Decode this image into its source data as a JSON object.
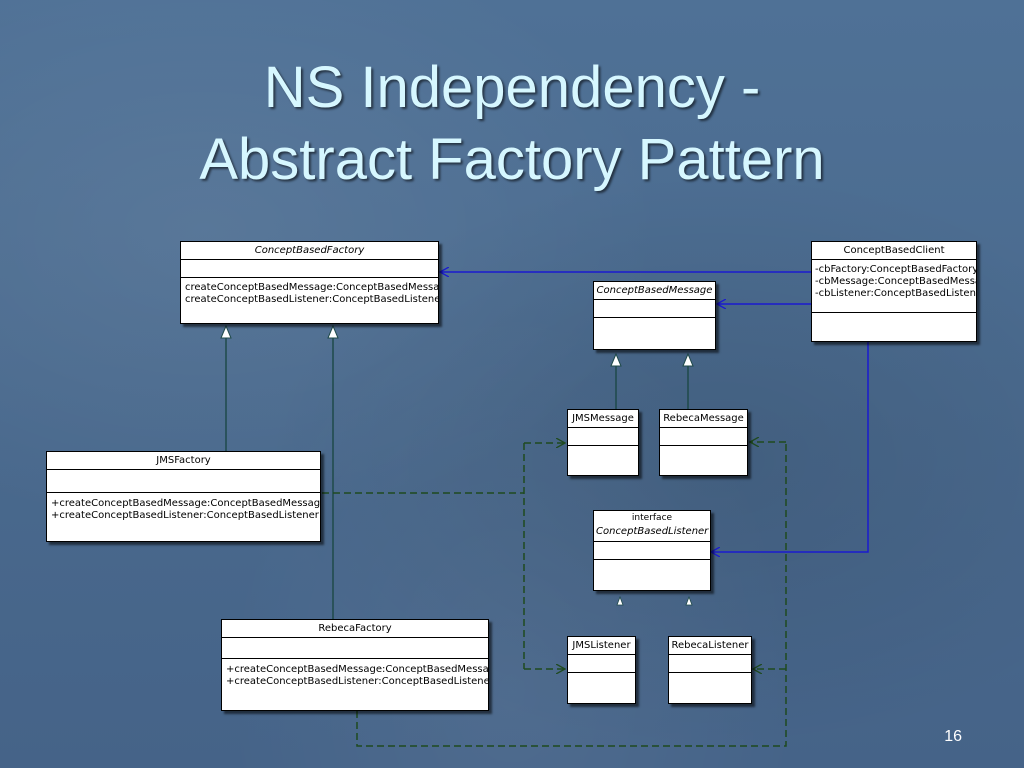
{
  "slide": {
    "title_line1": "NS Independency -",
    "title_line2": "Abstract Factory Pattern",
    "page_number": "16"
  },
  "classes": {
    "concept_based_factory": {
      "name": "ConceptBasedFactory",
      "methods": [
        "createConceptBasedMessage:ConceptBasedMessage",
        "createConceptBasedListener:ConceptBasedListener"
      ]
    },
    "concept_based_client": {
      "name": "ConceptBasedClient",
      "attributes": [
        "-cbFactory:ConceptBasedFactory",
        "-cbMessage:ConceptBasedMessage",
        "-cbListener:ConceptBasedListener"
      ]
    },
    "concept_based_message": {
      "name": "ConceptBasedMessage"
    },
    "jms_message": {
      "name": "JMSMessage"
    },
    "rebeca_message": {
      "name": "RebecaMessage"
    },
    "jms_factory": {
      "name": "JMSFactory",
      "methods": [
        "+createConceptBasedMessage:ConceptBasedMessage",
        "+createConceptBasedListener:ConceptBasedListener"
      ]
    },
    "concept_based_listener": {
      "stereotype": "interface",
      "name": "ConceptBasedListener"
    },
    "rebeca_factory": {
      "name": "RebecaFactory",
      "methods": [
        "+createConceptBasedMessage:ConceptBasedMessage",
        "+createConceptBasedListener:ConceptBasedListener"
      ]
    },
    "jms_listener": {
      "name": "JMSListener"
    },
    "rebeca_listener": {
      "name": "RebecaListener"
    }
  },
  "colors": {
    "association": "#1a1ad0",
    "generalization": "#1f4a4a",
    "dependency": "#1f4a1f",
    "title": "#d6f7ff"
  }
}
